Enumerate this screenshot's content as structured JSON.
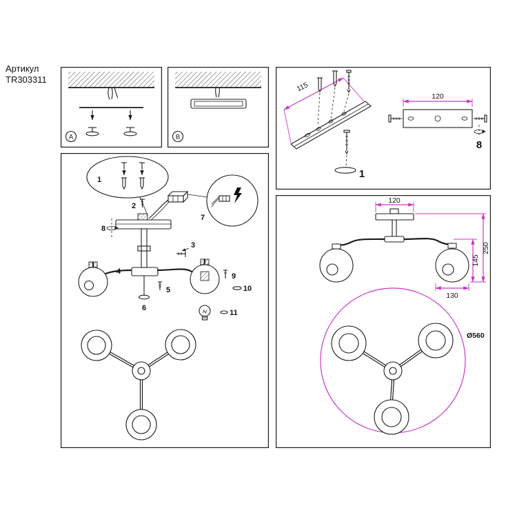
{
  "article": {
    "label": "Артикул",
    "number": "TR303311"
  },
  "colors": {
    "line": "#1c1c1c",
    "accent": "#c837c8"
  },
  "mounting_steps": {
    "step_a": "A",
    "step_b": "B"
  },
  "exploded_view": {
    "parts": {
      "p1": "1",
      "p2": "2",
      "p3": "3",
      "p4": "4",
      "p5": "5",
      "p6": "6",
      "p7": "7",
      "p8": "8",
      "p9": "9",
      "p10": "10",
      "p11": "11"
    }
  },
  "bracket_view": {
    "length_dim": "115",
    "width_dim": "120",
    "step_anchor": "1",
    "step_rotate": "8"
  },
  "dimensions_view": {
    "canopy_width": "120",
    "overall_height": "250",
    "globe_height": "145",
    "globe_width": "130",
    "overall_diameter": "Ø560"
  }
}
